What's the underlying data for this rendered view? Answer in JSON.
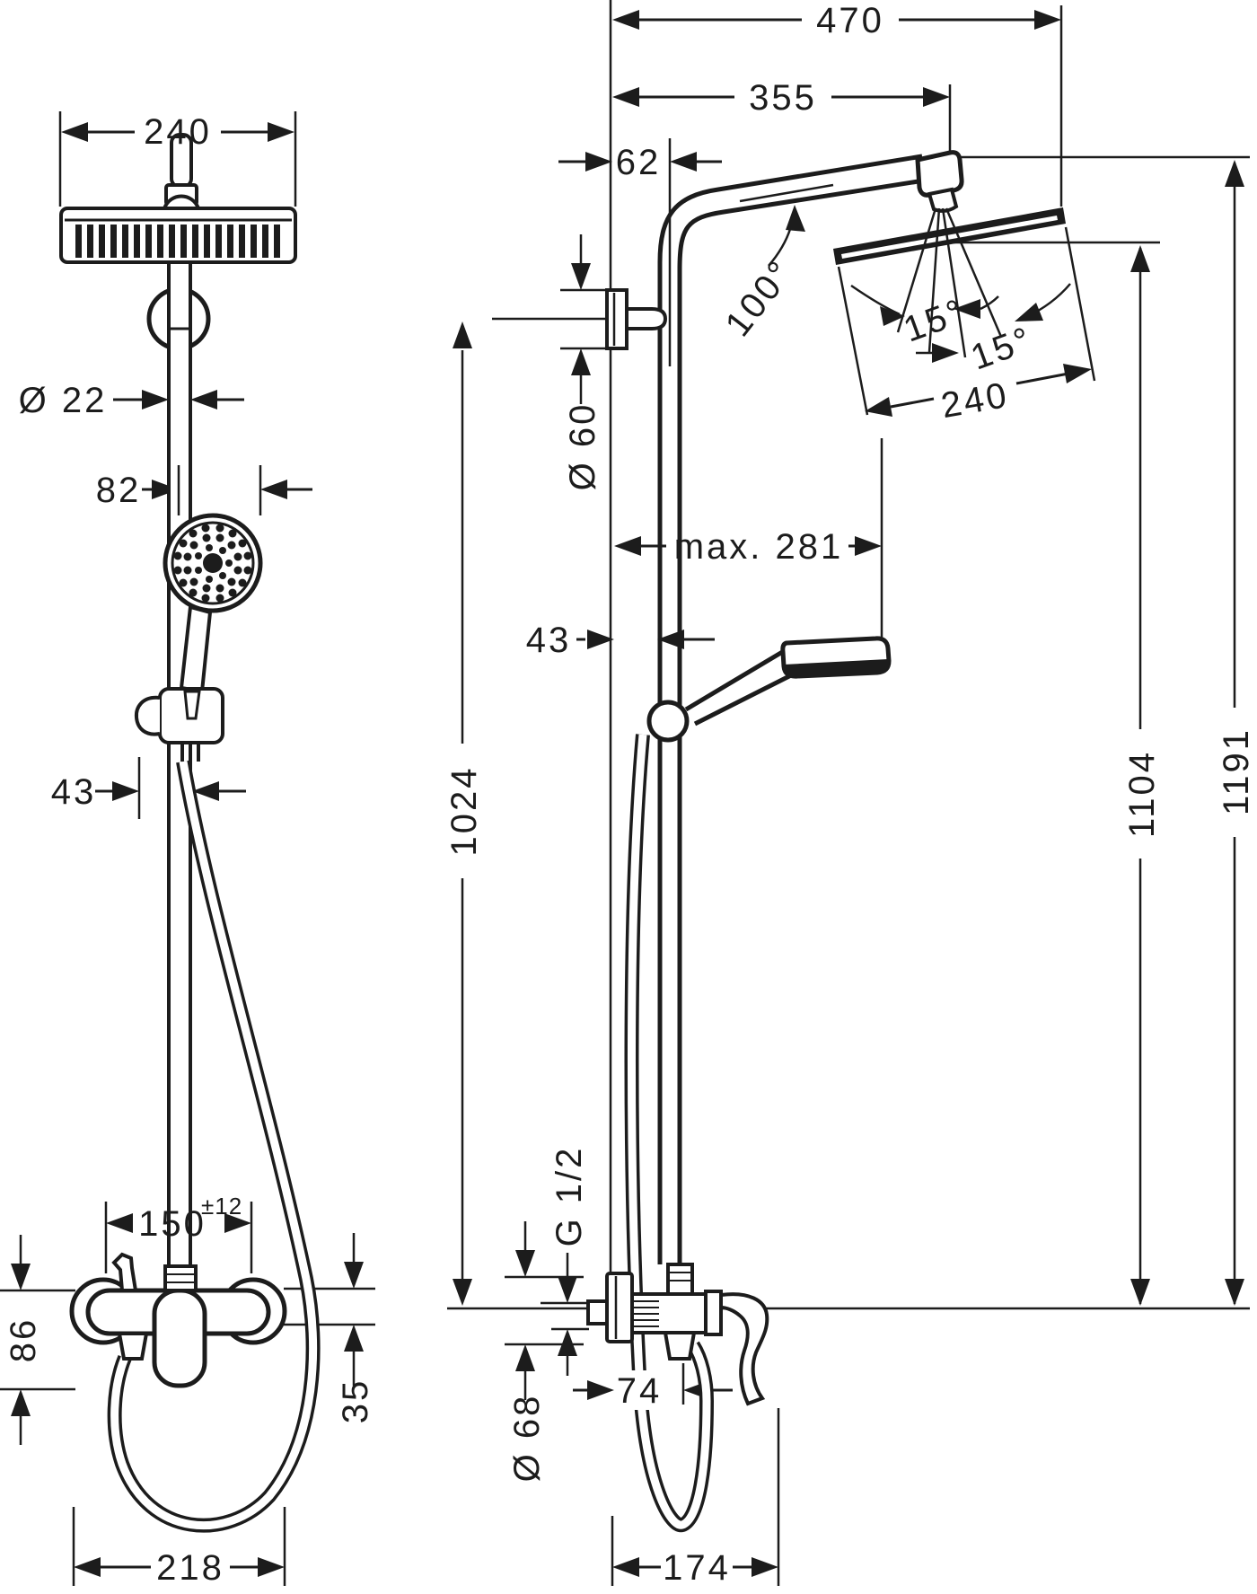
{
  "canvas": {
    "background": "#ffffff",
    "ink_color": "#1c1c1c"
  },
  "drawing_type": "technical dimension drawing, shower pipe set front and side views",
  "labels": {
    "front_head_width": "240",
    "front_bar_diameter": "Ø 22",
    "front_handshower_offset": "82",
    "front_holder_offset": "43",
    "front_mixer_centers": "150",
    "front_mixer_centers_tol": "±12",
    "front_mixer_height": "86",
    "front_mixer_offset": "35",
    "front_hose_loop_width": "218",
    "side_reach_total": "470",
    "side_reach_pivot": "355",
    "side_bar_offset": "62",
    "side_bracket_diameter": "Ø 60",
    "side_handshower_reach": "max. 281",
    "side_holder_depth": "43",
    "side_bracket_height": "1024",
    "side_face_height": "1104",
    "side_top_height": "1191",
    "side_arm_angle": "100°",
    "side_tilt_back": "15°",
    "side_tilt_forward": "15°",
    "side_head_size": "240",
    "side_inlet_thread": "G 1/2",
    "side_escutcheon_diameter": "Ø 68",
    "side_outlet_depth": "74",
    "side_handle_depth": "174"
  }
}
